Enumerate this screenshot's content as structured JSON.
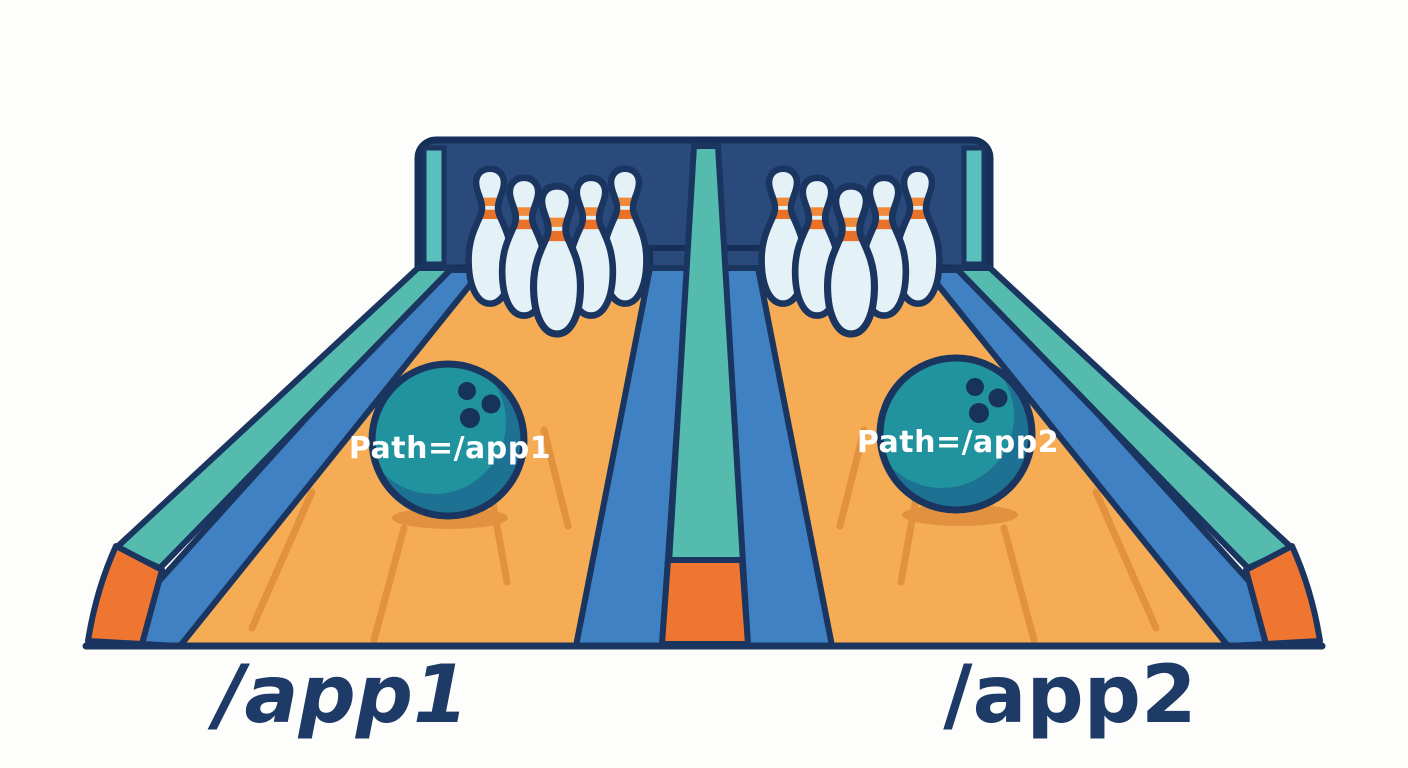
{
  "scene": {
    "description": "Two bowling lanes illustrating path-based routing",
    "lanes": [
      {
        "label": "/app1",
        "ball_text": "Path=/app1",
        "visible_pin_count": 5
      },
      {
        "label": "/app2",
        "ball_text": "Path=/app2",
        "visible_pin_count": 5
      }
    ],
    "colors": {
      "outline_navy": "#1a355f",
      "backstop_navy": "#2b4a7c",
      "lane_orange": "#f5ac55",
      "lane_streak_orange": "#e2923f",
      "gutter_blue": "#4081c4",
      "teal_accent": "#54bbae",
      "cap_orange": "#ee7630",
      "pin_body": "#e4f1f7",
      "pin_stripe_top": "#f08a38",
      "pin_stripe_bottom": "#ea7228",
      "ball_teal": "#21939e",
      "ball_shade": "#1d7293",
      "label_navy": "#1e3a66",
      "ball_text": "#ffffff",
      "background": "#fdfdfb"
    }
  }
}
